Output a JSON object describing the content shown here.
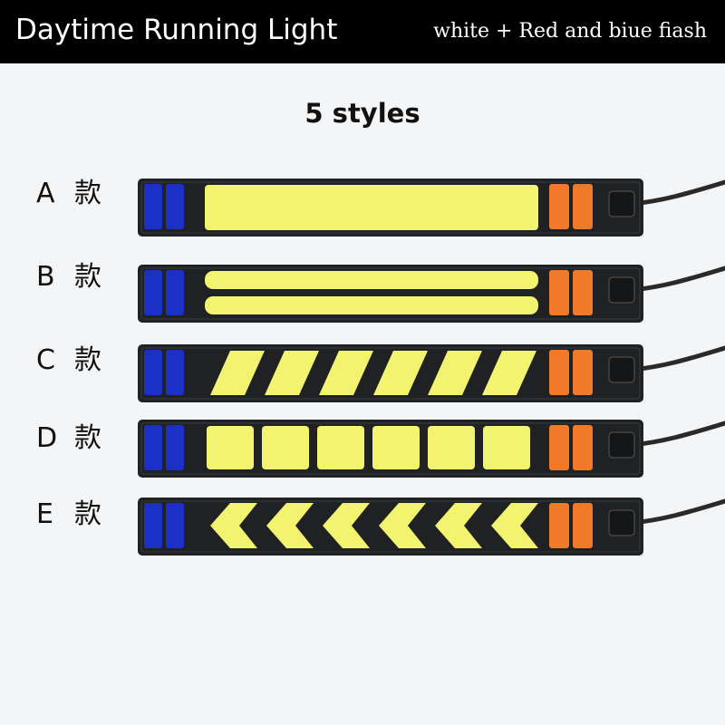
{
  "header": {
    "title": "Daytime Running Light",
    "subtitle": "white + Red and biue fiash"
  },
  "styles_count": "5 styles",
  "colors": {
    "background": "#f4f5f6",
    "header_bg": "#000000",
    "housing": "#1f2123",
    "white_led": "#f2f36e",
    "blue_led": "#1c2fc6",
    "orange_led": "#f07a2a"
  },
  "rows": [
    {
      "letter": "A",
      "suffix": "款",
      "pattern": "single-bar"
    },
    {
      "letter": "B",
      "suffix": "款",
      "pattern": "double-bar"
    },
    {
      "letter": "C",
      "suffix": "款",
      "pattern": "slanted"
    },
    {
      "letter": "D",
      "suffix": "款",
      "pattern": "squares"
    },
    {
      "letter": "E",
      "suffix": "款",
      "pattern": "chevrons"
    }
  ]
}
